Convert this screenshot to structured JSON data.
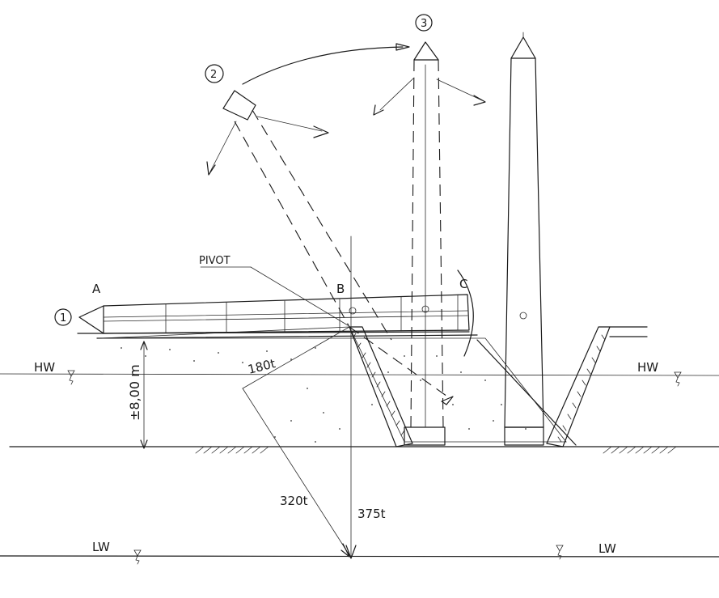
{
  "labels": {
    "pivot": "PIVOT",
    "point_a": "A",
    "point_b": "B",
    "point_c": "C",
    "stage_1": "1",
    "stage_2": "2",
    "stage_3": "3",
    "high_water_left": "HW",
    "high_water_right": "HW",
    "low_water_left": "LW",
    "low_water_right": "LW",
    "height_dimension": "±8,00 m",
    "force_horizontal": "180t",
    "force_resultant": "320t",
    "force_vertical": "375t"
  }
}
